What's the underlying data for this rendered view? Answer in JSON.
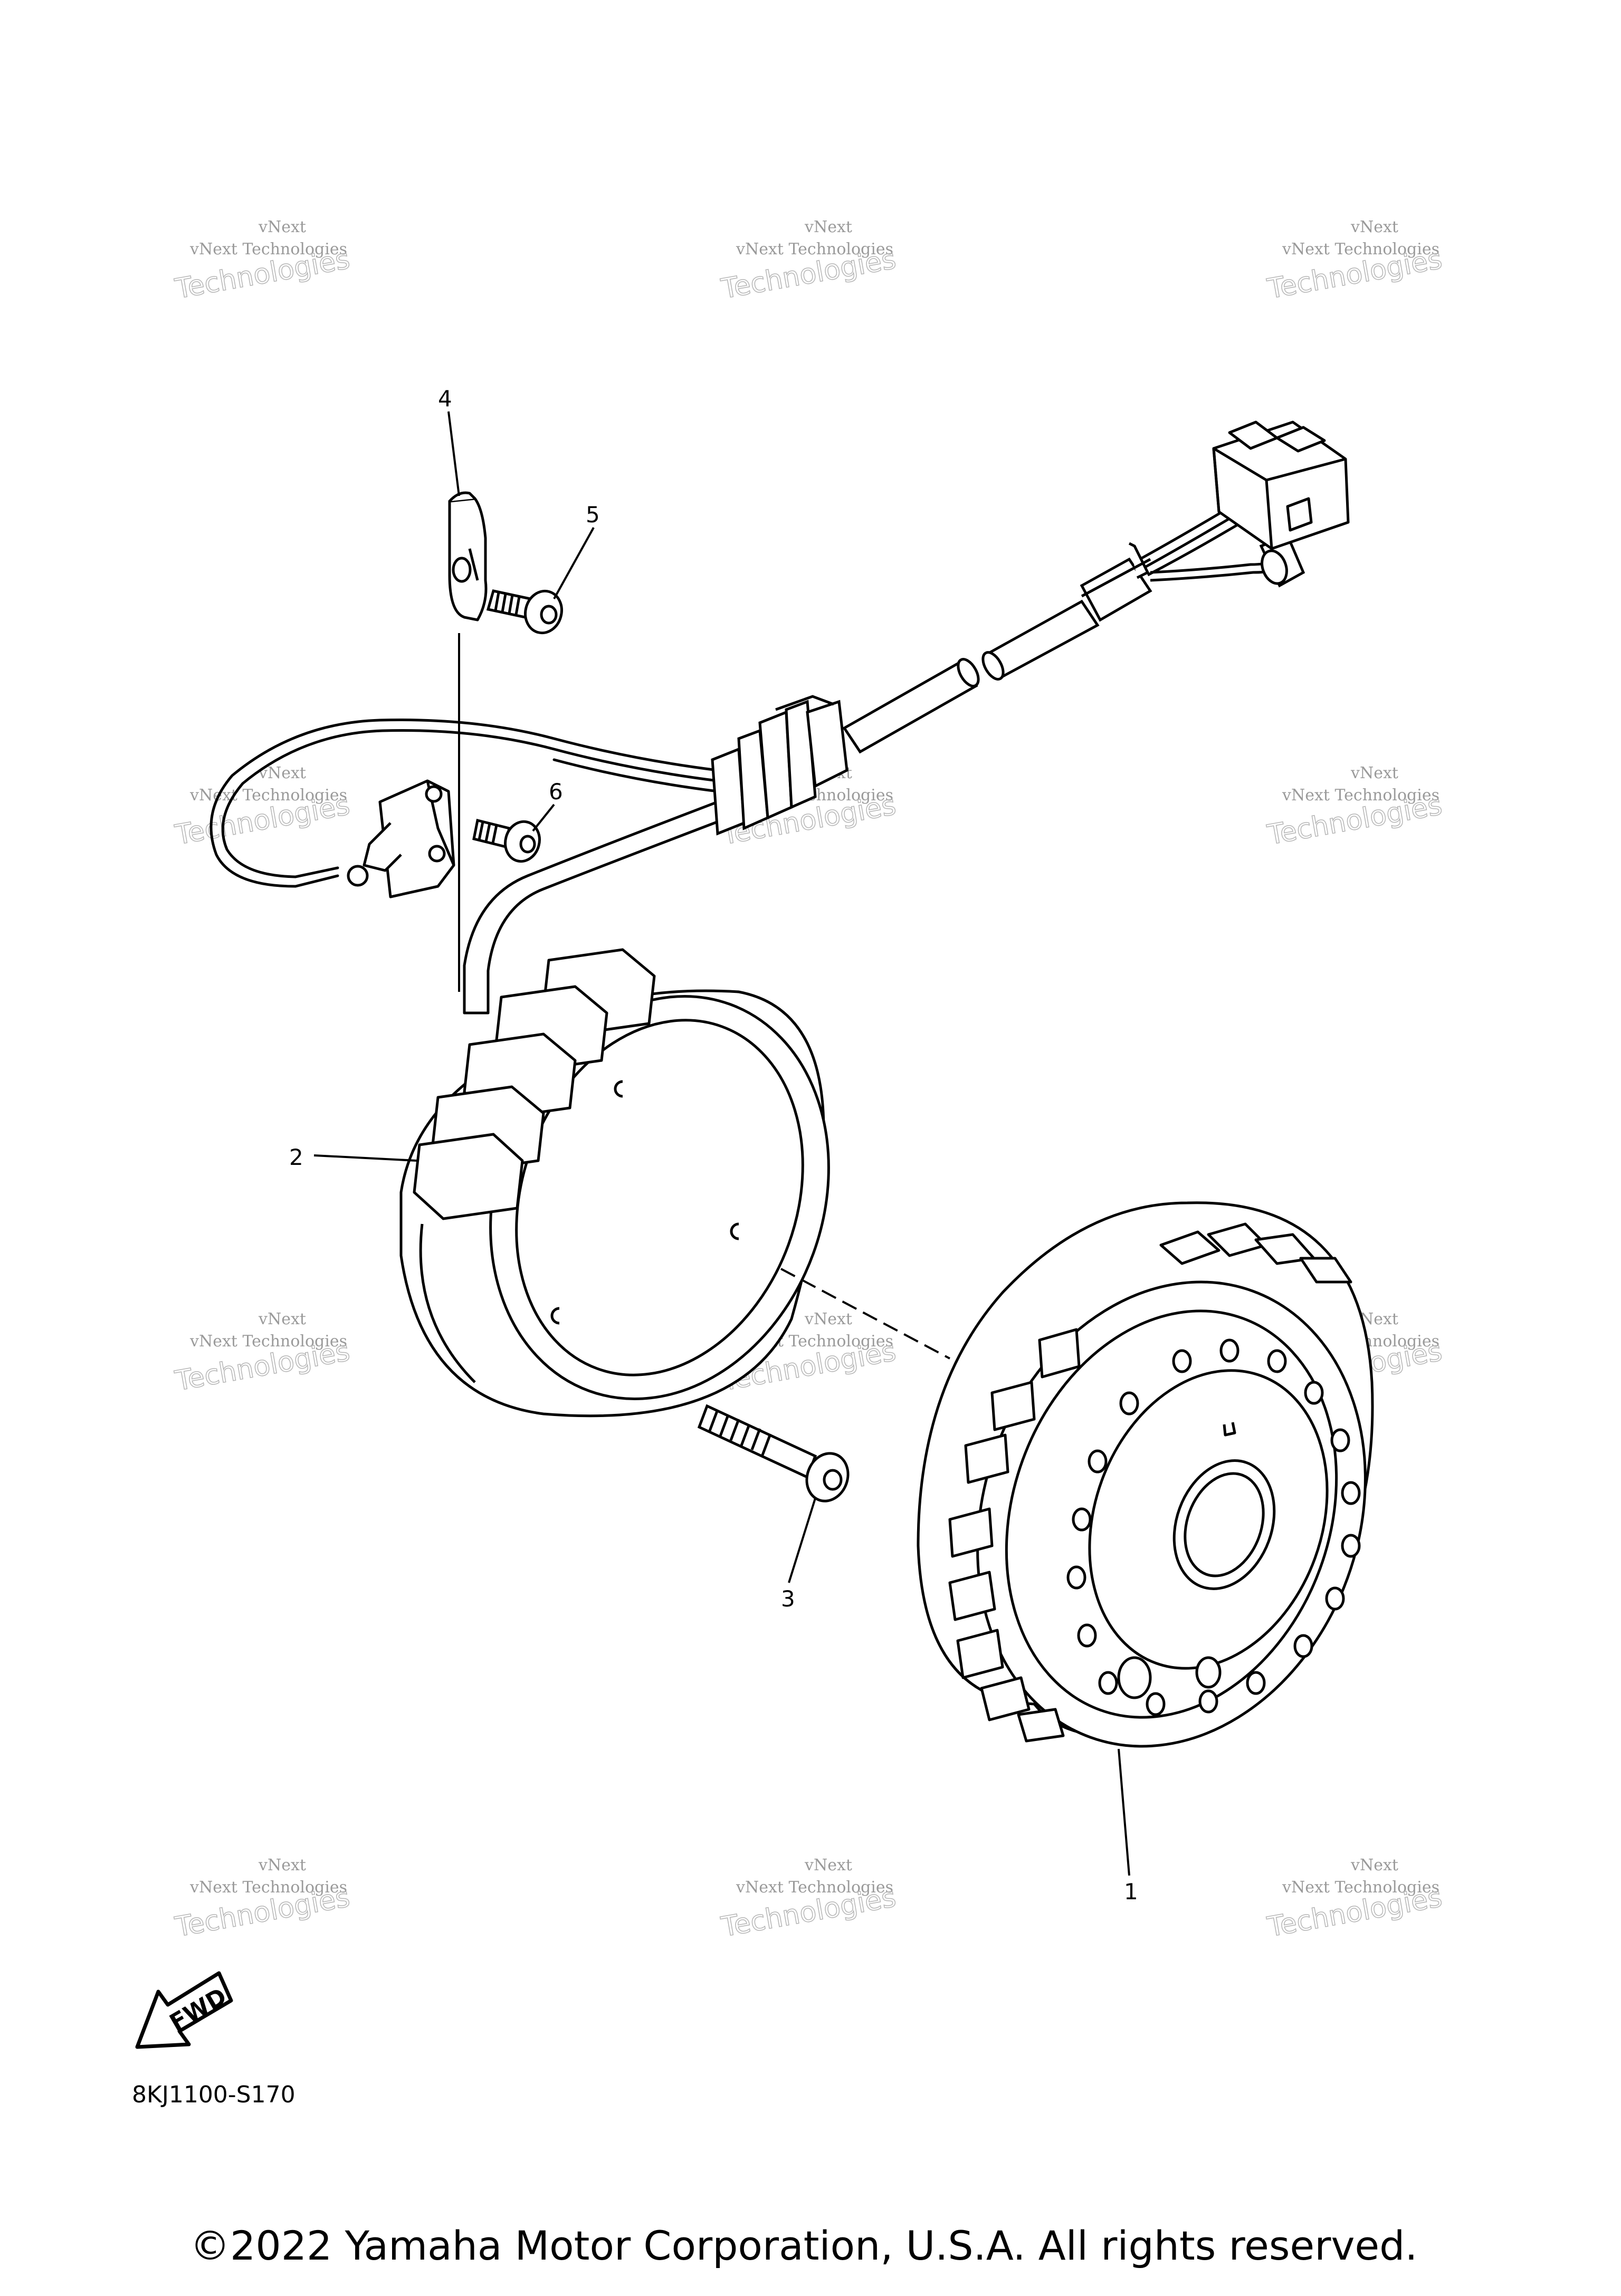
{
  "callouts": {
    "c1": "1",
    "c2": "2",
    "c3": "3",
    "c4": "4",
    "c5": "5",
    "c6": "6"
  },
  "watermark": {
    "line_small": "vNext Technologies",
    "line_big": "Technologies",
    "line_top": "vNext"
  },
  "fwd_label": "FWD",
  "reference_code": "8KJ1100-S170",
  "copyright": "©2022 Yamaha Motor Corporation, U.S.A. All rights reserved."
}
